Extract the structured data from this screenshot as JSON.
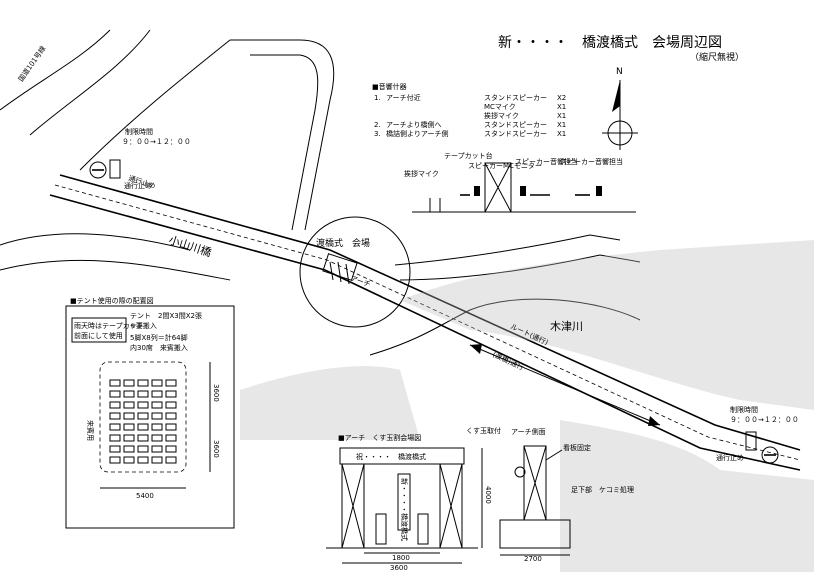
{
  "title": {
    "main": "新・・・・　橋渡橋式　会場周辺図",
    "sub": "（縮尺無視）"
  },
  "north_label": "N",
  "road_label": "国道101号線",
  "bridge_label": "小山川橋",
  "river_label": "木津川",
  "venue_label": "渡橋式　会場",
  "arch_small_label": "アーチ",
  "route_labels": {
    "left": "通行止め",
    "right": "ルート(通行)",
    "return": "(渡橋)通行"
  },
  "traffic": {
    "left": {
      "title": "制限時間",
      "time": "９：００→１２：００",
      "stop": "通行止め"
    },
    "right": {
      "title": "制限時間",
      "time": "９：００→１２：００",
      "stop": "通行止め"
    }
  },
  "equipment": {
    "heading": "■音響什器",
    "items": [
      {
        "no": "1.",
        "name": "アーチ付近",
        "item": "スタンドスピーカー",
        "qty": "X2"
      },
      {
        "no": "",
        "name": "",
        "item": "MCマイク",
        "qty": "X1"
      },
      {
        "no": "",
        "name": "",
        "item": "挨拶マイク",
        "qty": "X1"
      },
      {
        "no": "2.",
        "name": "アーチより橋側へ",
        "item": "スタンドスピーカー",
        "qty": "X1"
      },
      {
        "no": "3.",
        "name": "橋詰側よりアーチ側",
        "item": "スタンドスピーカー",
        "qty": "X1"
      }
    ],
    "mini_labels": [
      "テープカット台",
      "挨拶マイク",
      "スピーカーMCモニター",
      "スピーカー音響担当",
      "スピーカー音響担当"
    ]
  },
  "tent": {
    "heading": "■テント使用の際の配置図",
    "spec_line1": "テント　2間X3間X2張",
    "spec_line2": "※要搬入",
    "spec_line3": "5脚X8列＝計64脚",
    "spec_line4": "内30席　来賓搬入",
    "note_line1": "雨天時はテープカット",
    "note_line2": "前面にして使用",
    "side_label": "来賓用",
    "dim_bottom": "5400",
    "dim_right_top": "3600",
    "dim_right_bottom": "3600"
  },
  "arch": {
    "heading": "■アーチ　くす玉割会場図",
    "banner": "祝・・・・　橋渡橋式",
    "scroll_text": "新・・・・橋渡橋式",
    "kusudama_label": "くす玉取付",
    "side_heading": "アーチ側面",
    "kanban_label": "看板固定",
    "foot_label": "足下部　ケコミ処理",
    "dim_inner": "1800",
    "dim_total": "3600",
    "dim_height": "4000",
    "dim_side": "2700"
  }
}
